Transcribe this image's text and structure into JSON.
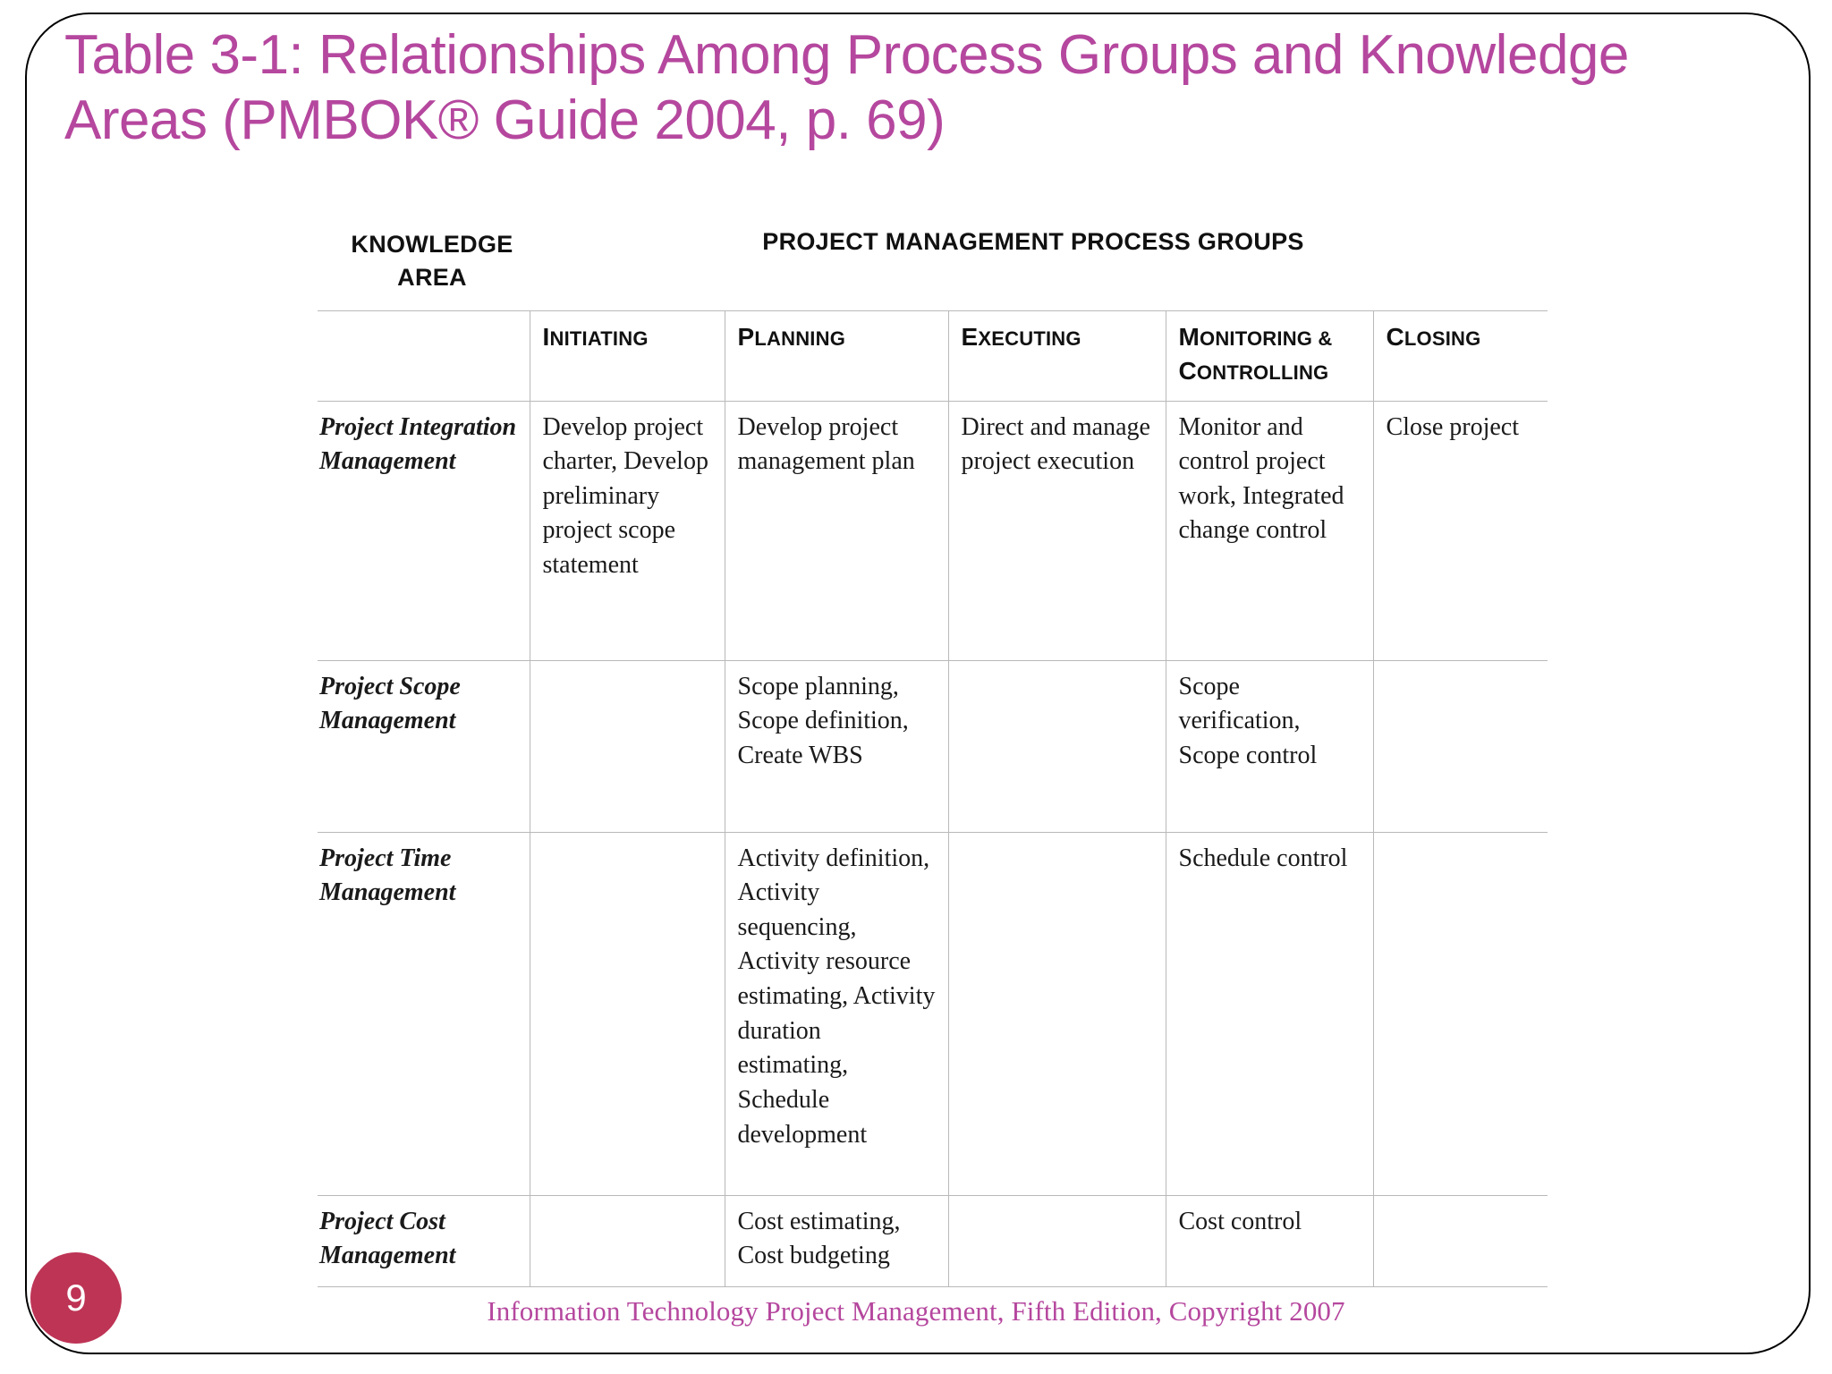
{
  "slide": {
    "title": "Table 3-1: Relationships Among Process Groups and Knowledge Areas (PMBOK® Guide 2004, p. 69)",
    "page_number": "9",
    "footer": "Information Technology Project Management, Fifth Edition, Copyright 2007",
    "title_color": "#B5479E",
    "badge_color": "#BE3455",
    "border_color": "#000000"
  },
  "table": {
    "corner_header_line1": "KNOWLEDGE",
    "corner_header_line2": "AREA",
    "group_header": "PROJECT MANAGEMENT PROCESS GROUPS",
    "columns": [
      {
        "id": "area",
        "label": "",
        "first": "",
        "rest": ""
      },
      {
        "id": "init",
        "label": "INITIATING",
        "first": "I",
        "rest": "NITIATING"
      },
      {
        "id": "plan",
        "label": "PLANNING",
        "first": "P",
        "rest": "LANNING"
      },
      {
        "id": "exec",
        "label": "EXECUTING",
        "first": "E",
        "rest": "XECUTING"
      },
      {
        "id": "mon",
        "label": "MONITORING & CONTROLLING",
        "first": "M",
        "rest": "ONITORING &",
        "first2": "C",
        "rest2": "ONTROLLING"
      },
      {
        "id": "close",
        "label": "CLOSING",
        "first": "C",
        "rest": "LOSING"
      }
    ],
    "rows": [
      {
        "area": "Project Integration Management",
        "initiating": "Develop project charter, Develop preliminary project scope statement",
        "planning": "Develop project management plan",
        "executing": "Direct and manage project execution",
        "monitoring": "Monitor and control project work, Integrated change control",
        "closing": "Close project"
      },
      {
        "area": "Project Scope Management",
        "initiating": "",
        "planning": "Scope planning, Scope definition, Create WBS",
        "executing": "",
        "monitoring": "Scope verification, Scope control",
        "closing": ""
      },
      {
        "area": "Project Time Management",
        "initiating": "",
        "planning": "Activity definition, Activity sequencing, Activity resource estimating, Activity duration estimating, Schedule development",
        "executing": "",
        "monitoring": "Schedule control",
        "closing": ""
      },
      {
        "area": "Project Cost Management",
        "initiating": "",
        "planning": "Cost estimating, Cost budgeting",
        "executing": "",
        "monitoring": "Cost control",
        "closing": ""
      }
    ]
  }
}
